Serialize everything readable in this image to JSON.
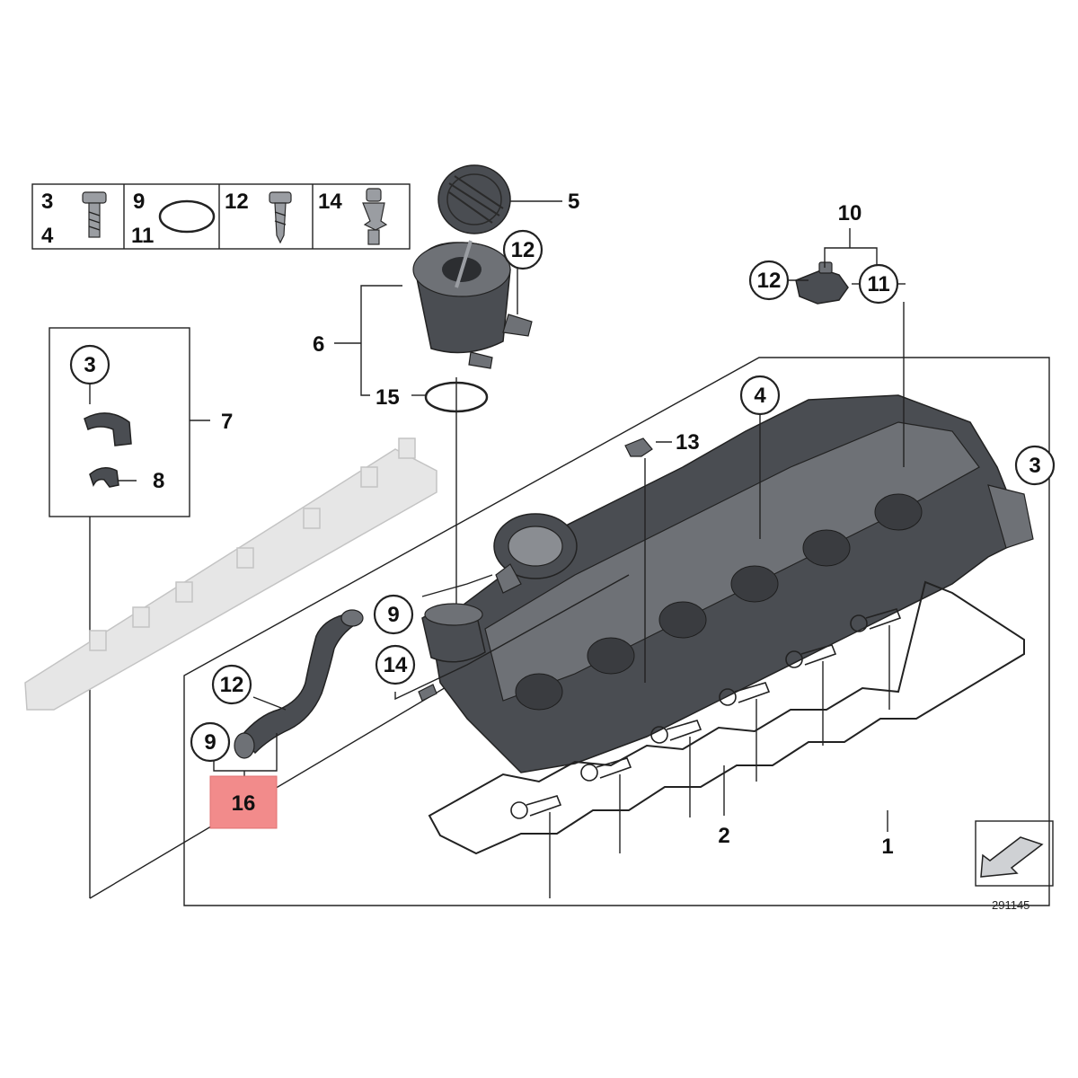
{
  "diagram": {
    "reference_code": "291145",
    "highlight_color": "#f28b8b",
    "fastener_table": {
      "cells": [
        {
          "top": "3",
          "bottom": "4",
          "icon": "bolt-icon"
        },
        {
          "top": "9",
          "bottom": "11",
          "icon": "o-ring-icon"
        },
        {
          "top": "12",
          "bottom": "",
          "icon": "screw-icon"
        },
        {
          "top": "14",
          "bottom": "",
          "icon": "clip-icon"
        }
      ]
    },
    "callouts": {
      "c1": "1",
      "c2": "2",
      "c3_kit": "3",
      "c3_cover": "3",
      "c4": "4",
      "c5": "5",
      "c6": "6",
      "c7": "7",
      "c8": "8",
      "c9_valve": "9",
      "c9_hose": "9",
      "c10": "10",
      "c11": "11",
      "c12_sensor": "12",
      "c12_filler": "12",
      "c12_hose": "12",
      "c13": "13",
      "c14": "14",
      "c15": "15",
      "c16": "16"
    }
  }
}
